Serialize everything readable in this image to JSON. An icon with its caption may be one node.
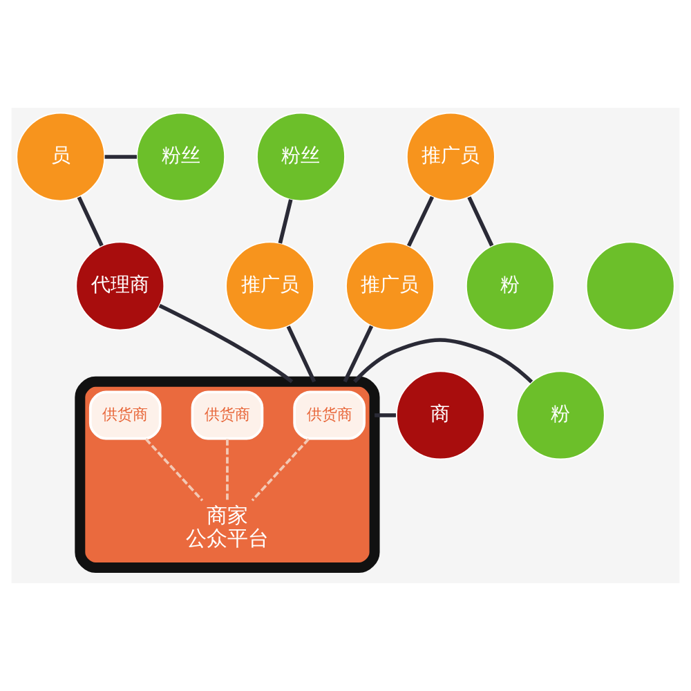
{
  "diagram": {
    "nodes": [
      {
        "text": [
          "员"
        ]
      },
      {
        "text": [
          "粉丝"
        ]
      },
      {
        "text": [
          "粉丝"
        ]
      },
      {
        "text": [
          "推广员"
        ]
      },
      {
        "text": [
          "代理商"
        ]
      },
      {
        "text": [
          "推广员"
        ]
      },
      {
        "text": [
          "推广员"
        ]
      },
      {
        "text": [
          "粉"
        ]
      },
      {
        "text": [],
        "shape": "circle"
      },
      {
        "text": [],
        "shape": "picture"
      },
      {
        "text": [
          "供货商"
        ],
        "in": 9
      },
      {
        "text": [
          "供货商"
        ],
        "in": 9
      },
      {
        "text": [
          "供货商"
        ],
        "in": 9
      },
      {
        "text": [
          "商家",
          "公众平台"
        ],
        "in": 9
      },
      {
        "text": [
          "商"
        ]
      },
      {
        "text": [
          "粉"
        ]
      }
    ],
    "edges": [
      {
        "from": 0,
        "to": 1,
        "arrow": "none"
      },
      {
        "from": 0,
        "to": 4,
        "arrow": "none"
      },
      {
        "from": 2,
        "to": 5,
        "arrow": "none"
      },
      {
        "from": 3,
        "to": 6,
        "arrow": "none"
      },
      {
        "from": 3,
        "to": 7,
        "arrow": "none"
      },
      {
        "from": 4,
        "to": 9,
        "arrow": "none"
      },
      {
        "from": 5,
        "to": 9,
        "arrow": "none"
      },
      {
        "from": 6,
        "to": 9,
        "arrow": "none"
      },
      {
        "from": 14,
        "to": 9,
        "arrow": "none"
      },
      {
        "from": 9,
        "to": 15,
        "arrow": "none"
      },
      {
        "from": 10,
        "to": 13,
        "arrow": "none",
        "style": "dashed",
        "color": "#f3c9b5"
      },
      {
        "from": 11,
        "to": 13,
        "arrow": "none",
        "style": "dashed",
        "color": "#f3c9b5"
      },
      {
        "from": 12,
        "to": 13,
        "arrow": "none",
        "style": "dashed",
        "color": "#f3c9b5"
      }
    ]
  }
}
